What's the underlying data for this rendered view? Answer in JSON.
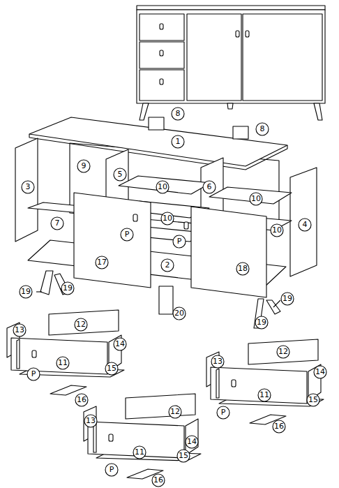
{
  "diagram": {
    "labels": [
      "8",
      "8",
      "1",
      "9",
      "5",
      "3",
      "10",
      "6",
      "10",
      "7",
      "P",
      "10",
      "P",
      "10",
      "4",
      "17",
      "2",
      "18",
      "19",
      "19",
      "19",
      "20",
      "19",
      "12",
      "13",
      "14",
      "11",
      "15",
      "P",
      "16",
      "12",
      "13",
      "14",
      "11",
      "15",
      "P",
      "16",
      "12",
      "13",
      "14",
      "11",
      "15",
      "P",
      "16"
    ]
  }
}
